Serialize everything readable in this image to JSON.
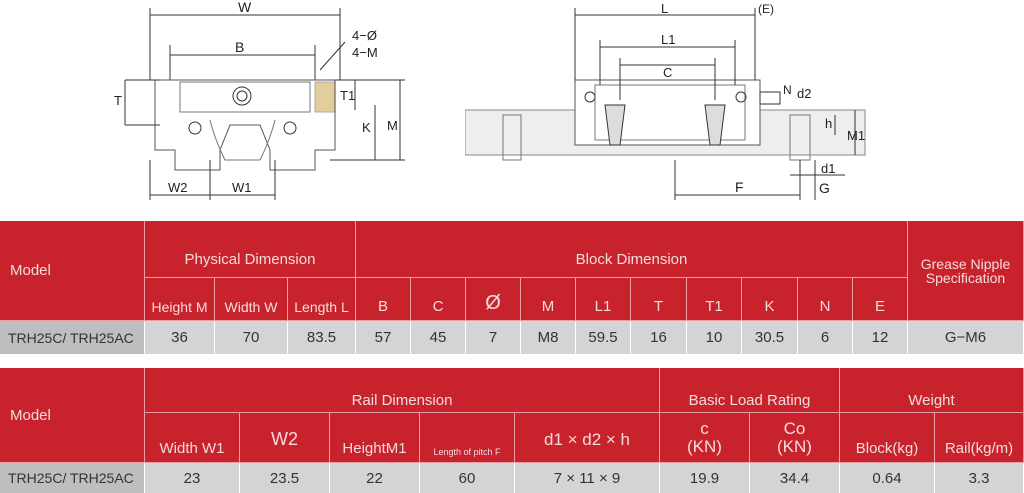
{
  "drawing_labels": {
    "front": {
      "W": "W",
      "B": "B",
      "hole": "4−Ø",
      "thread": "4−M",
      "T": "T",
      "T1": "T1",
      "K": "K",
      "M": "M",
      "W2": "W2",
      "W1": "W1"
    },
    "side": {
      "L": "L",
      "E": "(E)",
      "L1": "L1",
      "C": "C",
      "N": "N",
      "d2": "d2",
      "h": "h",
      "M1": "M1",
      "d1": "d1",
      "F": "F",
      "G": "G"
    }
  },
  "table1": {
    "model_header": "Model",
    "group_physical": "Physical Dimension",
    "group_block": "Block Dimension",
    "grease_header": "Grease Nipple Specification",
    "columns": [
      "Height M",
      "Width W",
      "Length L",
      "B",
      "C",
      "Ø",
      "M",
      "L1",
      "T",
      "T1",
      "K",
      "N",
      "E"
    ],
    "row": {
      "model": "TRH25C/ TRH25AC",
      "values": [
        "36",
        "70",
        "83.5",
        "57",
        "45",
        "7",
        "M8",
        "59.5",
        "16",
        "10",
        "30.5",
        "6",
        "12"
      ],
      "grease": "G−M6"
    }
  },
  "table2": {
    "model_header": "Model",
    "group_rail": "Rail Dimension",
    "group_load": "Basic Load Rating",
    "group_weight": "Weight",
    "columns": [
      "Width W1",
      "W2",
      "HeightM1",
      "Length of pitch F",
      "d1 × d2 × h",
      "c (KN)",
      "Co (KN)",
      "Block(kg)",
      "Rail(kg/m)"
    ],
    "row": {
      "model": "TRH25C/ TRH25AC",
      "values": [
        "23",
        "23.5",
        "22",
        "60",
        "7 × 11 × 9",
        "19.9",
        "34.4",
        "0.64",
        "3.3"
      ]
    }
  },
  "colors": {
    "header_red": "#c8232c",
    "data_gray": "#d3d4d6",
    "model_gray": "#bdbec0"
  }
}
